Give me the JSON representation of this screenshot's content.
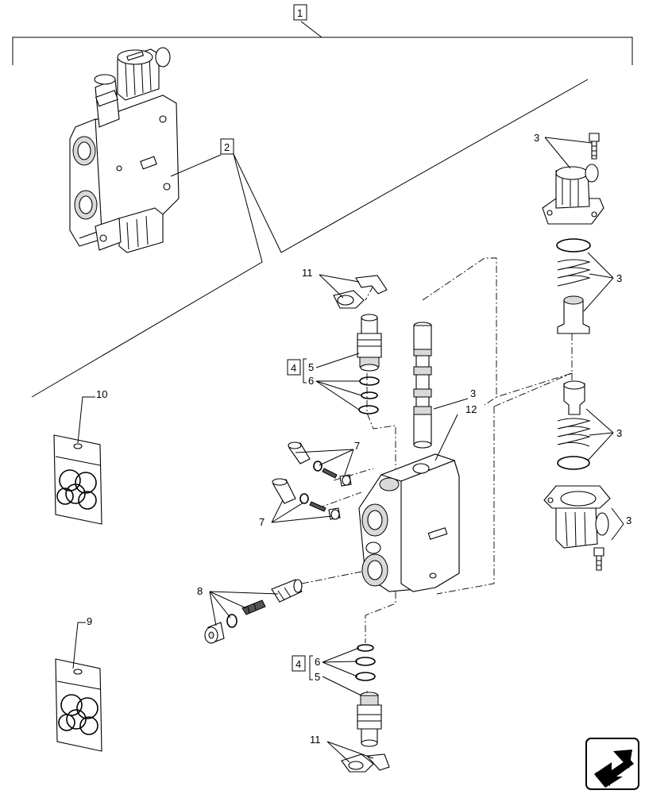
{
  "callouts": {
    "c1": "1",
    "c2": "2",
    "c3a": "3",
    "c3b": "3",
    "c3c": "3",
    "c3d": "3",
    "c3e": "3",
    "c4a": "4",
    "c4b": "4",
    "c5a": "5",
    "c5b": "5",
    "c6a": "6",
    "c6b": "6",
    "c7a": "7",
    "c7b": "7",
    "c8": "8",
    "c9": "9",
    "c10": "10",
    "c11a": "11",
    "c11b": "11",
    "c12": "12"
  },
  "icons": {
    "nav": "next-page-arrow-icon",
    "kit": "seal-kit-bag-icon"
  }
}
